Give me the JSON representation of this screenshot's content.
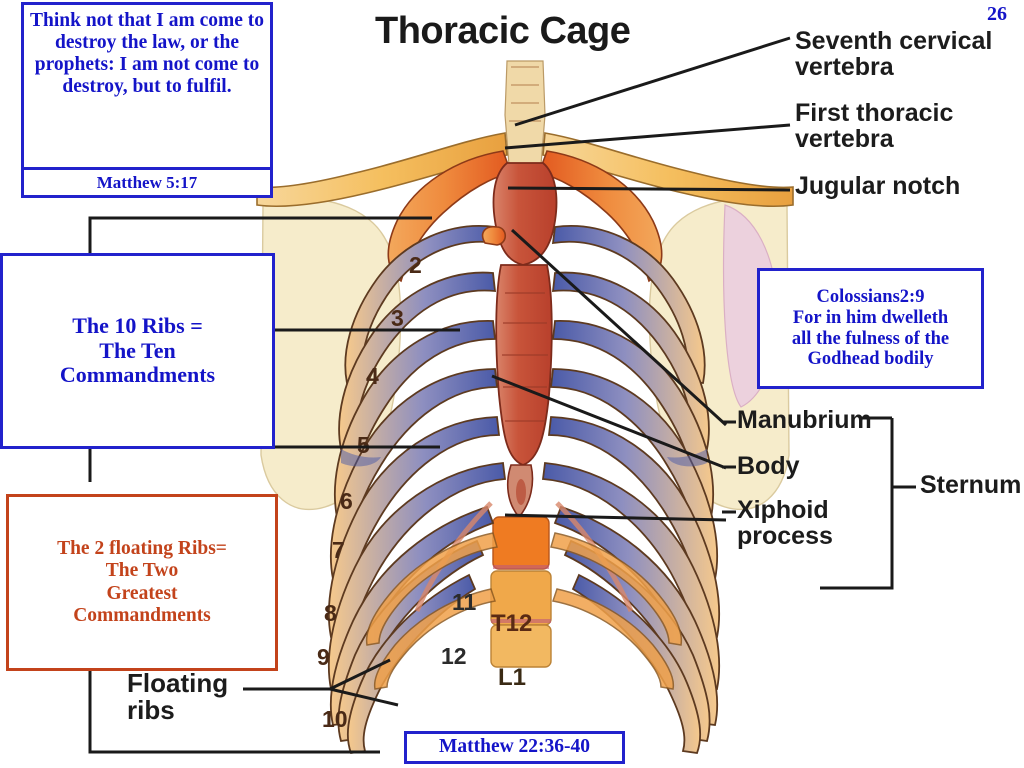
{
  "slide": {
    "number": "26",
    "title": "Thoracic Cage"
  },
  "boxes": {
    "matthew_517": {
      "text": "Think not that I am come to destroy the law, or the prophets: I am not come to destroy, but to fulfil.",
      "reference": "Matthew  5:17",
      "border_color": "#2222cc",
      "text_color": "#1414c8"
    },
    "ten_ribs": {
      "text": "The 10 Ribs =\nThe Ten\nCommandments",
      "border_color": "#2222cc",
      "text_color": "#1414c8"
    },
    "two_ribs": {
      "text": "The  2  floating Ribs=\nThe Two\nGreatest\nCommandments",
      "border_color": "#c3431b",
      "text_color": "#c3431b"
    },
    "colossians": {
      "text": "Colossians2:9\nFor in him dwelleth\nall the fulness of the\nGodhead bodily",
      "border_color": "#2222cc",
      "text_color": "#1414c8"
    },
    "matthew_2236": {
      "text": "Matthew 22:36-40",
      "border_color": "#2222cc",
      "text_color": "#1414c8"
    }
  },
  "anatomy_labels": {
    "seventh_cervical_vertebra": "Seventh cervical\nvertebra",
    "first_thoracic_vertebra": "First thoracic\nvertebra",
    "jugular_notch": "Jugular notch",
    "manubrium": "Manubrium",
    "body": "Body",
    "xiphoid_process": "Xiphoid\nprocess",
    "sternum": "Sternum",
    "floating_ribs": "Floating\nribs"
  },
  "rib_numbers": [
    "2",
    "3",
    "4",
    "5",
    "6",
    "7",
    "8",
    "9",
    "10",
    "11",
    "12"
  ],
  "vertebra_labels": [
    "T12",
    "L1"
  ],
  "colors": {
    "scripture_blue": "#1414c8",
    "scripture_blue_border": "#2222cc",
    "commandment_orange": "#c3431b",
    "costal_cartilage": "#e8642a",
    "rib_bone_blue": "#5a6bb5",
    "rib_bone_orange": "#f0a14a",
    "scapula_cream": "#f3e3b8",
    "sternum_red": "#c4503a",
    "connector_black": "#1a1a1a",
    "title_black": "#1a1a1a"
  }
}
